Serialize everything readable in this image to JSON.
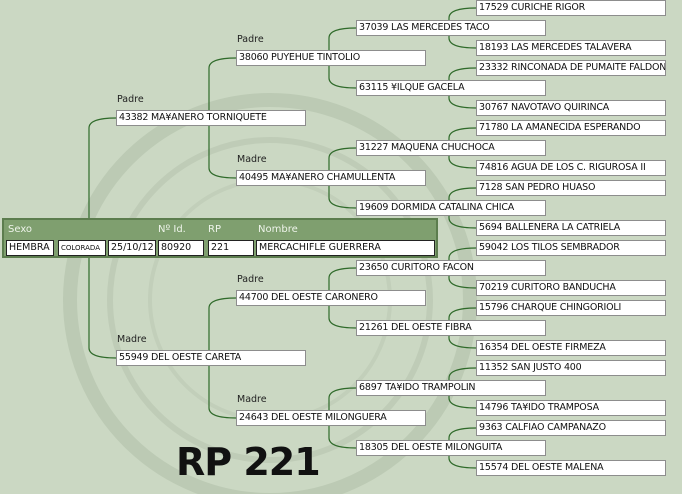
{
  "subject": {
    "headers": {
      "sex": "Sexo",
      "id": "Nº Id.",
      "rp": "RP",
      "name": "Nombre"
    },
    "sex": "HEMBRA",
    "color": "COLORADA",
    "birth_date": "25/10/12",
    "id": "80920",
    "rp": "221",
    "name": "MERCACHIFLE GUERRERA"
  },
  "labels": {
    "sire": "Padre",
    "dam": "Madre"
  },
  "generations": [
    [
      "43382 MA¥ANERO TORNIQUETE",
      "55949 DEL OESTE CARETA"
    ],
    [
      "38060 PUYEHUE TINTOLIO",
      "40495 MA¥ANERO CHAMULLENTA",
      "44700 DEL OESTE CARONERO",
      "24643 DEL OESTE MILONGUERA"
    ],
    [
      "37039 LAS MERCEDES TACO",
      "63115 ¥ILQUE GACELA",
      "31227 MAQUENA CHUCHOCA",
      "19609 DORMIDA CATALINA CHICA",
      "23650 CURITORO FACON",
      "21261 DEL OESTE FIBRA",
      "6897 TA¥IDO TRAMPOLIN",
      "18305 DEL OESTE MILONGUITA"
    ],
    [
      "17529 CURICHE RIGOR",
      "18193 LAS MERCEDES TALAVERA",
      "23332 RINCONADA DE PUMAITE FALDON",
      "30767 NAVOTAVO QUIRINCA",
      "71780 LA AMANECIDA ESPERANDO",
      "74816 AGUA DE LOS C. RIGUROSA II",
      "7128 SAN PEDRO HUASO",
      "5694 BALLENERA LA CATRIELA",
      "59042 LOS TILOS SEMBRADOR",
      "70219 CURITORO BANDUCHA",
      "15796 CHARQUE CHINGORIOLI",
      "16354 DEL OESTE FIRMEZA",
      "11352 SAN JUSTO 400",
      "14796 TA¥IDO TRAMPOSA",
      "9363 CALFIAO CAMPANAZO",
      "15574 DEL OESTE MALENA"
    ]
  ],
  "big_title": "RP 221",
  "colors": {
    "line": "#2f6a2a",
    "panel": "#7f9f6f",
    "background": "#cbd8c3"
  }
}
